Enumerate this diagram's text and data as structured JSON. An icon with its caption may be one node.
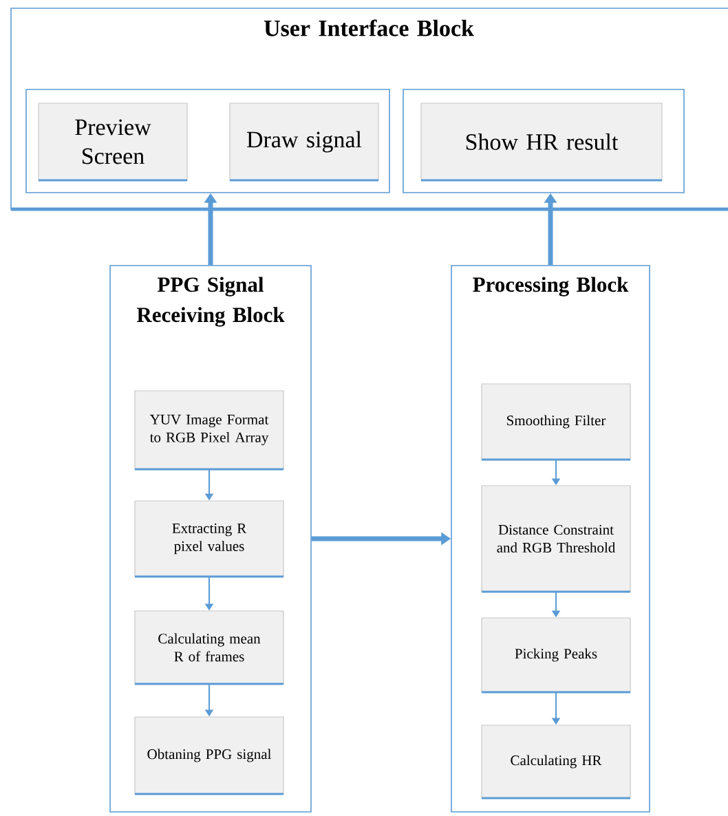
{
  "diagram": {
    "nodes": [
      {
        "text": [
          "User Interface Block"
        ]
      },
      {
        "text": [],
        "shape": "box",
        "in": 0
      },
      {
        "text": [
          "Preview Screen"
        ],
        "in": 1
      },
      {
        "text": [
          "Draw signal"
        ],
        "in": 1
      },
      {
        "text": [],
        "shape": "box",
        "in": 0
      },
      {
        "text": [
          "Show HR result"
        ],
        "in": 4
      },
      {
        "text": [
          "PPG Signal Receiving Block"
        ]
      },
      {
        "text": [
          "YUV Image Format to RGB Pixel Array"
        ],
        "in": 6
      },
      {
        "text": [
          "Extracting R pixel values"
        ],
        "in": 6
      },
      {
        "text": [
          "Calculating mean R of frames"
        ],
        "in": 6
      },
      {
        "text": [
          "Obtaning PPG signal"
        ],
        "in": 6
      },
      {
        "text": [
          "Processing Block"
        ]
      },
      {
        "text": [
          "Smoothing Filter"
        ],
        "in": 11
      },
      {
        "text": [
          "Distance Constraint and RGB Threshold"
        ],
        "in": 11
      },
      {
        "text": [
          "Picking Peaks"
        ],
        "in": 11
      },
      {
        "text": [
          "Calculating HR"
        ],
        "in": 11
      }
    ],
    "edges": [
      {
        "from": 6,
        "to": 1,
        "arrow": "to",
        "style": "thick"
      },
      {
        "from": 11,
        "to": 4,
        "arrow": "to",
        "style": "thick"
      },
      {
        "from": 6,
        "to": 11,
        "arrow": "to",
        "style": "thick"
      },
      {
        "from": 7,
        "to": 8,
        "arrow": "to"
      },
      {
        "from": 8,
        "to": 9,
        "arrow": "to"
      },
      {
        "from": 9,
        "to": 10,
        "arrow": "to"
      },
      {
        "from": 12,
        "to": 13,
        "arrow": "to"
      },
      {
        "from": 13,
        "to": 14,
        "arrow": "to"
      },
      {
        "from": 14,
        "to": 15,
        "arrow": "to"
      }
    ]
  }
}
